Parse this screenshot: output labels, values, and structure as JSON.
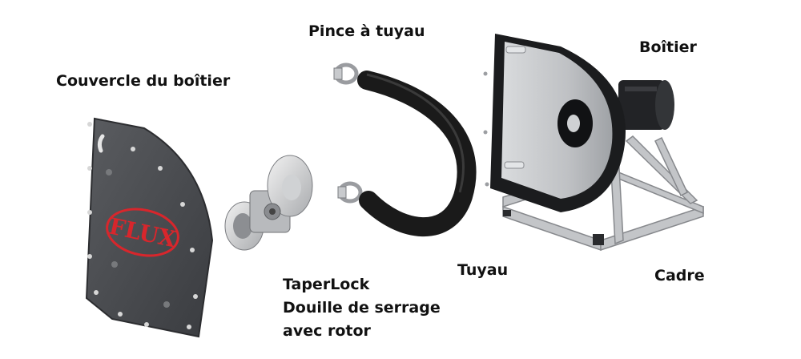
{
  "labels": {
    "cover": "Couvercle du boîtier",
    "clamp": "Pince à tuyau",
    "housing": "Boîtier",
    "hose": "Tuyau",
    "frame": "Cadre",
    "taperlock_line1": "TaperLock",
    "taperlock_line2": "Douille de serrage",
    "taperlock_line3": "avec rotor"
  },
  "logo_text": "FLUX",
  "colors": {
    "cover": "#4a4c50",
    "logo": "#d8262c",
    "hose": "#1a1a1a",
    "steel": "#c9cbcd",
    "motor": "#222326"
  }
}
